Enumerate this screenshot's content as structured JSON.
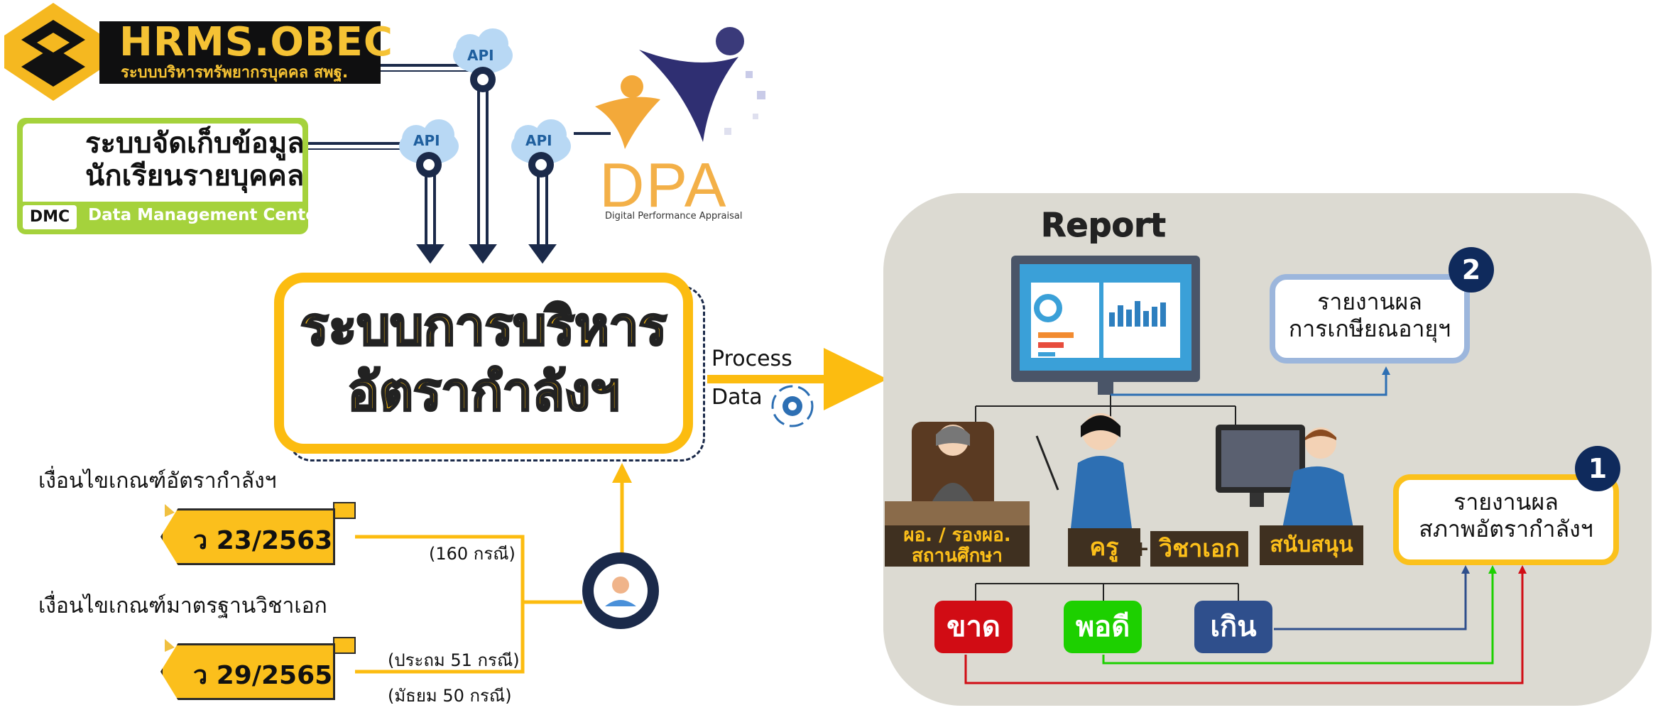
{
  "hrms": {
    "title": "HRMS.OBEC",
    "subtitle": "ระบบบริหารทรัพยากรบุคคล สพฐ."
  },
  "dmc": {
    "line1": "ระบบจัดเก็บข้อมูล",
    "line2": "นักเรียนรายบุคคล",
    "tag": "DMC",
    "full": "Data Management Center"
  },
  "dpa": {
    "title": "DPA",
    "subtitle": "Digital Performance Appraisal"
  },
  "api": {
    "label": "API"
  },
  "main": {
    "line1": "ระบบการบริหาร",
    "line2": "อัตรากำลังฯ"
  },
  "process": {
    "line1": "Process",
    "line2": "Data"
  },
  "criteria": [
    {
      "heading": "เงื่อนไขเกณฑ์อัตรากำลังฯ",
      "code": "ว 23/2563",
      "note": "(160 กรณี)"
    },
    {
      "heading": "เงื่อนไขเกณฑ์มาตรฐานวิชาเอก",
      "code": "ว 29/2565",
      "note1": "(ประถม 51 กรณี)",
      "note2": "(มัธยม 50 กรณี)"
    }
  ],
  "report": {
    "title": "Report",
    "box2": {
      "badge": "2",
      "line1": "รายงานผล",
      "line2": "การเกษียณอายุฯ"
    },
    "box1": {
      "badge": "1",
      "line1": "รายงานผล",
      "line2": "สภาพอัตรากำลังฯ"
    },
    "roles": {
      "admin1": "ผอ. / รองผอ.",
      "admin2": "สถานศึกษา",
      "teacher": "ครู",
      "plus": "+",
      "major": "วิชาเอก",
      "support": "สนับสนุน"
    },
    "status": [
      {
        "label": "ขาด",
        "color": "#d10c14"
      },
      {
        "label": "พอดี",
        "color": "#1dd000"
      },
      {
        "label": "เกิน",
        "color": "#2f4f8c"
      }
    ]
  },
  "colors": {
    "accent": "#fcbc10",
    "navy": "#1b2a4a",
    "panel": "#dcdad2"
  }
}
